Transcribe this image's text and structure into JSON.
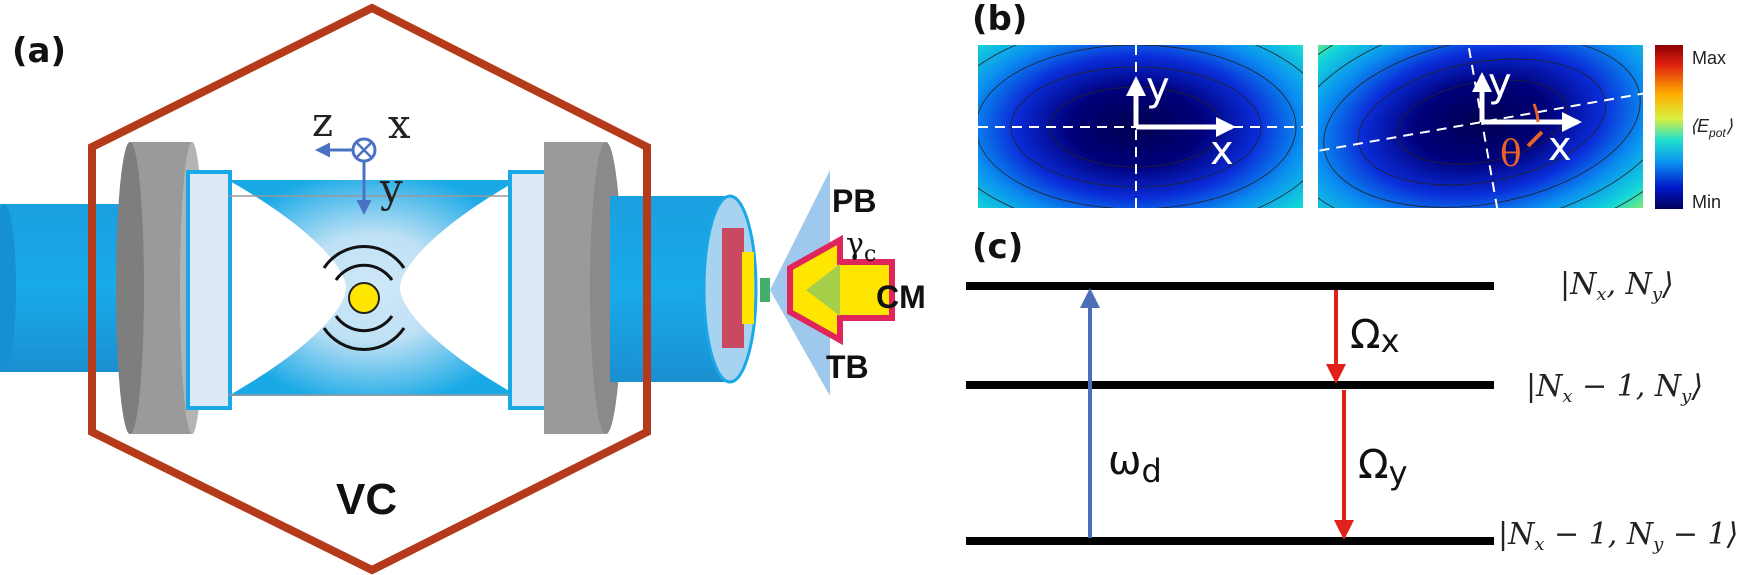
{
  "panels": {
    "a": "(a)",
    "b": "(b)",
    "c": "(c)"
  },
  "panel_a": {
    "axes": {
      "z": "z",
      "x": "x",
      "y": "y"
    },
    "chamber_label": "VC",
    "labels": {
      "pb": "PB",
      "gamma": "γ",
      "gamma_sub": "c",
      "cm": "CM",
      "tb": "TB"
    },
    "colors": {
      "chamber": "#b43a1a",
      "beam": "#19a9e6",
      "particle": "#ffe600",
      "mount": "#9a9a9a",
      "axes": "#4a72c4"
    }
  },
  "panel_b": {
    "colorbar": {
      "max": "Max",
      "mid": "⟨E",
      "mid_sub": "pot",
      "mid_end": "⟩",
      "min": "Min"
    },
    "left_map": {
      "y": "y",
      "x": "x"
    },
    "right_map": {
      "y": "y",
      "x": "x",
      "angle": "θ"
    }
  },
  "panel_c": {
    "levels": [
      {
        "state": "|N",
        "s1": "x",
        "mid": ", N",
        "s2": "y",
        "end": "⟩"
      },
      {
        "state": "|N",
        "s1": "x",
        "mid": " − 1, N",
        "s2": "y",
        "end": "⟩"
      },
      {
        "state": "|N",
        "s1": "x",
        "mid": " − 1, N",
        "s2": "y",
        "end": " − 1⟩"
      }
    ],
    "drive": {
      "symbol": "ω",
      "sub": "d"
    },
    "transitions": [
      {
        "symbol": "Ω",
        "sub": "x"
      },
      {
        "symbol": "Ω",
        "sub": "y"
      }
    ],
    "colors": {
      "drive": "#4a6fb5",
      "transition": "#e0201b"
    }
  }
}
